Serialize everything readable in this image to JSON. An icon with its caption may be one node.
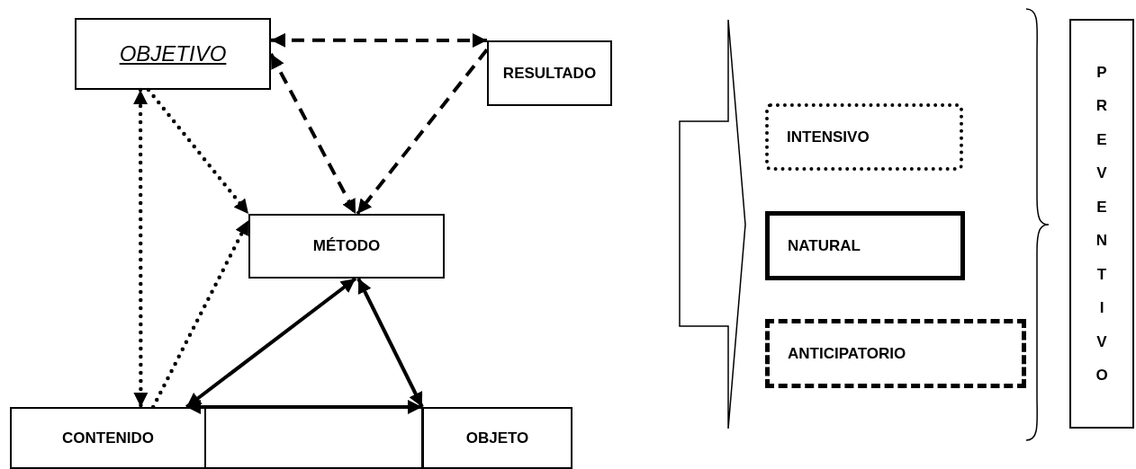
{
  "diagram": {
    "nodes": [
      {
        "text": [
          "OBJETIVO"
        ]
      },
      {
        "text": [
          "RESULTADO"
        ]
      },
      {
        "text": [
          "MÉTODO"
        ]
      },
      {
        "text": [
          "CONTENIDO"
        ]
      },
      {
        "text": [],
        "shape": "box"
      },
      {
        "text": [
          "OBJETO"
        ]
      },
      {
        "text": [
          "INTENSIVO"
        ]
      },
      {
        "text": [
          "NATURAL"
        ]
      },
      {
        "text": [
          "ANTICIPATORIO"
        ]
      },
      {
        "text": [
          "PREVENTIVO"
        ]
      }
    ],
    "edges": [
      {
        "from": 0,
        "to": 1,
        "arrow": "both",
        "style": "dashed"
      },
      {
        "from": 0,
        "to": 2,
        "arrow": "both",
        "style": "dashed"
      },
      {
        "from": 1,
        "to": 2,
        "arrow": "to",
        "style": "dashed"
      },
      {
        "from": 0,
        "to": 3,
        "arrow": "both",
        "style": "dashed"
      },
      {
        "from": 0,
        "to": 2,
        "arrow": "to",
        "style": "dashed"
      },
      {
        "from": 3,
        "to": 2,
        "arrow": "to",
        "style": "dashed"
      },
      {
        "from": 3,
        "to": 2,
        "arrow": "both"
      },
      {
        "from": 2,
        "to": 5,
        "arrow": "both"
      },
      {
        "from": 3,
        "to": 5,
        "arrow": "both"
      }
    ]
  }
}
